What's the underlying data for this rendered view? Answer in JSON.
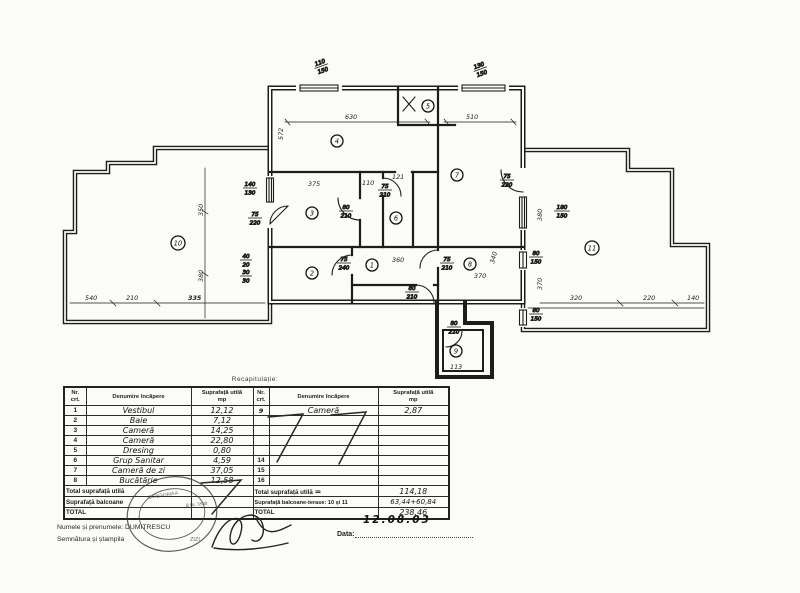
{
  "document": {
    "title": "Recapitulație:",
    "date_label": "Data:",
    "date_value": "12.08.03",
    "name_line": "Numele și prenumele: DUMITRESCU",
    "signature_line": "Semnătura și ștampila",
    "stamp": {
      "l1": "CATEGORIA A",
      "l2": "B Nr. 3588",
      "l3": "ZIZI"
    }
  },
  "plan": {
    "rooms": {
      "r1": "1",
      "r2": "2",
      "r3": "3",
      "r4": "4",
      "r5": "5",
      "r6": "6",
      "r7": "7",
      "r8": "8",
      "r9": "9",
      "r10": "10",
      "r11": "11"
    },
    "dims": {
      "d630": "630",
      "d510": "510",
      "d572": "572",
      "d375": "375",
      "d110": "110",
      "d121": "121",
      "d360": "360",
      "d370_room8": "370",
      "d340": "340",
      "d350": "350",
      "d380_left": "380",
      "d540": "540",
      "d210": "210",
      "d335": "335",
      "d380_right": "380",
      "d370_right": "370",
      "d320": "320",
      "d220": "220",
      "d140": "140",
      "d113": "113"
    },
    "marks": {
      "w110_150": {
        "n": "110",
        "d": "150"
      },
      "w130_150": {
        "n": "130",
        "d": "150"
      },
      "w140_130": {
        "n": "140",
        "d": "130"
      },
      "d75_220_l": {
        "n": "75",
        "d": "220"
      },
      "d80_210_a": {
        "n": "80",
        "d": "210"
      },
      "d75_210_b": {
        "n": "75",
        "d": "210"
      },
      "d75_240": {
        "n": "75",
        "d": "240"
      },
      "d75_210_c": {
        "n": "75",
        "d": "210"
      },
      "d75_220_r": {
        "n": "75",
        "d": "220"
      },
      "w180_150": {
        "n": "180",
        "d": "150"
      },
      "w80_150_a": {
        "n": "80",
        "d": "150"
      },
      "w80_150_b": {
        "n": "80",
        "d": "150"
      },
      "v40_20": {
        "n": "40",
        "d": "20"
      },
      "v30_30": {
        "n": "30",
        "d": "30"
      },
      "d80_210_d": {
        "n": "80",
        "d": "210"
      },
      "d80_210_e": {
        "n": "80",
        "d": "210"
      }
    }
  },
  "table": {
    "h_nr1": "Nr.",
    "h_nr2": "crt.",
    "h_name": "Denumire încăpere",
    "h_area1": "Suprafață utilă",
    "h_area2": "mp",
    "left_rows": [
      {
        "nr": "1",
        "name": "Vestibul",
        "area": "12,12"
      },
      {
        "nr": "2",
        "name": "Baie",
        "area": "7,12"
      },
      {
        "nr": "3",
        "name": "Cameră",
        "area": "14,25"
      },
      {
        "nr": "4",
        "name": "Cameră",
        "area": "22,80"
      },
      {
        "nr": "5",
        "name": "Dresing",
        "area": "0,80"
      },
      {
        "nr": "6",
        "name": "Grup Sanitar",
        "area": "4,59"
      },
      {
        "nr": "7",
        "name": "Cameră de zi",
        "area": "37,05"
      },
      {
        "nr": "8",
        "name": "Bucătărie",
        "area": "12,58"
      }
    ],
    "right_rows": [
      {
        "nr": "9",
        "name": "Cameră",
        "area": "2,87"
      },
      {
        "nr": "",
        "name": "",
        "area": ""
      },
      {
        "nr": "",
        "name": "",
        "area": ""
      },
      {
        "nr": "",
        "name": "",
        "area": ""
      },
      {
        "nr": "",
        "name": "",
        "area": ""
      },
      {
        "nr": "14",
        "name": "",
        "area": ""
      },
      {
        "nr": "15",
        "name": "",
        "area": ""
      },
      {
        "nr": "16",
        "name": "",
        "area": ""
      }
    ],
    "footer_left": {
      "r1": "Total suprafață utilă",
      "r2": "Suprafață balcoane",
      "r3": "TOTAL"
    },
    "footer_right": {
      "r1_label": "Total suprafață utilă",
      "r1_eq": "=",
      "r1_value": "114,18",
      "r2_label": "Suprafață balcoane-terase: 10 și 11",
      "r2_value": "63,44+60,84",
      "r3_label": "TOTAL",
      "r3_value": "238,46"
    }
  }
}
